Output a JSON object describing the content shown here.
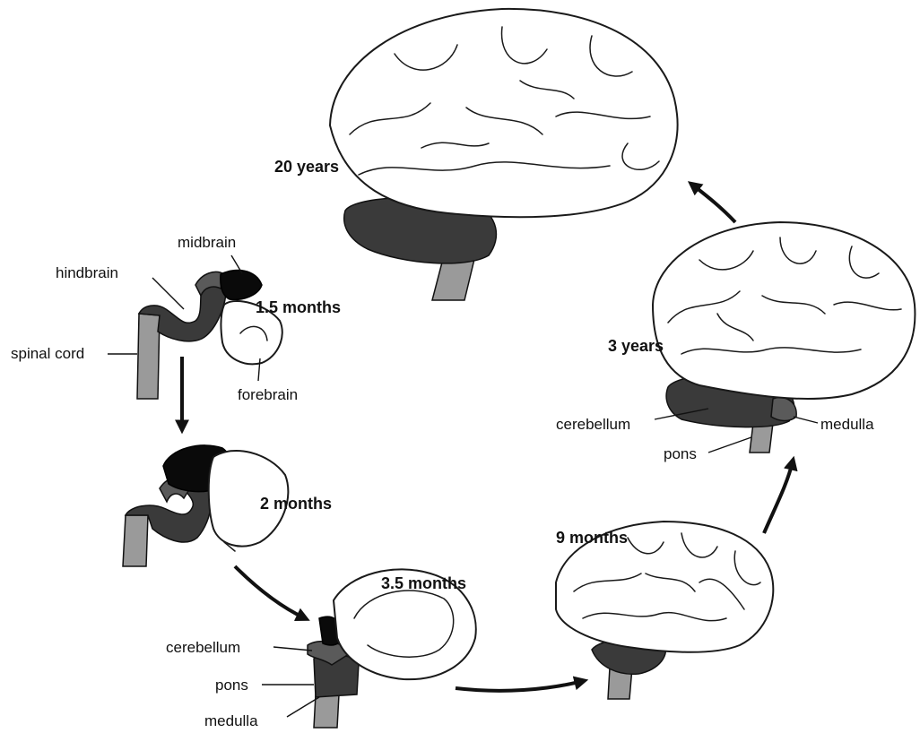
{
  "stages": {
    "s1": "1.5 months",
    "s2": "2 months",
    "s3": "3.5 months",
    "s4": "9 months",
    "s5": "3 years",
    "s6": "20 years"
  },
  "labels": {
    "midbrain": "midbrain",
    "hindbrain": "hindbrain",
    "spinal_cord": "spinal cord",
    "forebrain": "forebrain",
    "cerebellum_a": "cerebellum",
    "pons_a": "pons",
    "medulla_a": "medulla",
    "cerebellum_b": "cerebellum",
    "pons_b": "pons",
    "medulla_b": "medulla"
  },
  "colors": {
    "cord": "#9a9a9a",
    "hindbrain": "#3a3a3a",
    "midbrain": "#0a0a0a",
    "cerebrum": "#ffffff"
  }
}
